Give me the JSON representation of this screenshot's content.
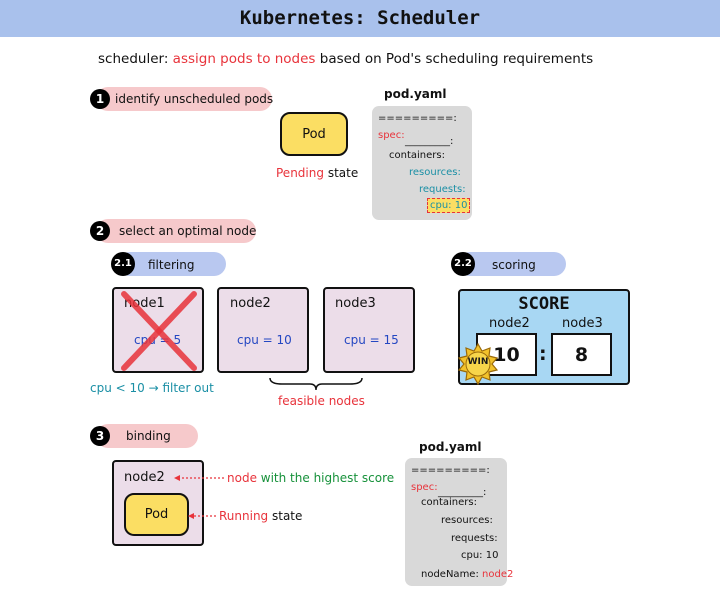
{
  "title": "Kubernetes: Scheduler",
  "subtitle": {
    "prefix": "scheduler:",
    "highlight": "assign pods to nodes",
    "suffix": "based on Pod's scheduling requirements"
  },
  "step1": {
    "number": "1",
    "label": "identify unscheduled pods"
  },
  "step2": {
    "number": "2",
    "label": "select an optimal node"
  },
  "step21": {
    "number": "2.1",
    "label": "filtering"
  },
  "step22": {
    "number": "2.2",
    "label": "scoring"
  },
  "step3": {
    "number": "3",
    "label": "binding"
  },
  "pending_pod": {
    "label": "Pod",
    "state_word": "Pending",
    "state_suffix": "state"
  },
  "yaml1": {
    "filename": "pod.yaml",
    "line1": "=========:",
    "spec": "spec:",
    "line2": "_________:",
    "containers": "containers:",
    "resources": "resources:",
    "requests": "requests:",
    "cpu": "cpu: 10"
  },
  "nodes": [
    {
      "name": "node1",
      "cpu": "cpu = 5"
    },
    {
      "name": "node2",
      "cpu": "cpu = 10"
    },
    {
      "name": "node3",
      "cpu": "cpu = 15"
    }
  ],
  "filter_note": "cpu < 10 → filter out",
  "feasible_label": "feasible nodes",
  "score": {
    "title": "SCORE",
    "node_a": "node2",
    "node_b": "node3",
    "value_a": "10",
    "value_b": "8",
    "separator": ":",
    "badge": "WIN"
  },
  "binding": {
    "node_name": "node2",
    "pod_label": "Pod",
    "note_node_1": "node",
    "note_node_2": "with the highest score",
    "note_state_1": "Running",
    "note_state_2": "state"
  },
  "yaml2": {
    "filename": "pod.yaml",
    "line1": "=========:",
    "spec": "spec:",
    "line2": "_________:",
    "containers": "containers:",
    "resources": "resources:",
    "requests": "requests:",
    "cpu": "cpu: 10",
    "nodename_key": "nodeName:",
    "nodename_val": "node2"
  },
  "colors": {
    "title_bar": "#a9c1ec",
    "accent_red": "#e8333b",
    "accent_green": "#16913a",
    "accent_teal": "#1a8fa5",
    "accent_blue": "#2447c2",
    "pod_fill": "#fbde63",
    "node_fill": "#ecdde9",
    "score_fill": "#a8d7f3",
    "yaml_fill": "#d9d9d9"
  }
}
